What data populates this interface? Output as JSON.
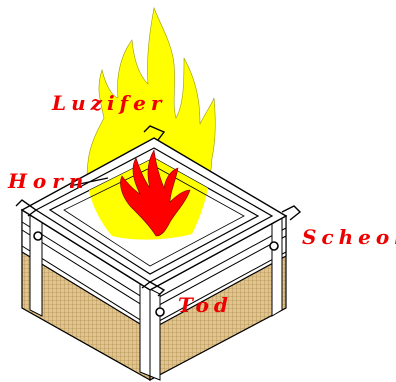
{
  "labels": {
    "top": "Luzifer",
    "left": "Horn",
    "right": "Scheol",
    "front": "Tod"
  },
  "colors": {
    "outer_flame": "#ffff00",
    "inner_flame": "#ff0000",
    "mesh_tan": "#d9b979",
    "mesh_line": "#8a6a36",
    "label_red": "#ee0000",
    "outline": "#000000"
  }
}
